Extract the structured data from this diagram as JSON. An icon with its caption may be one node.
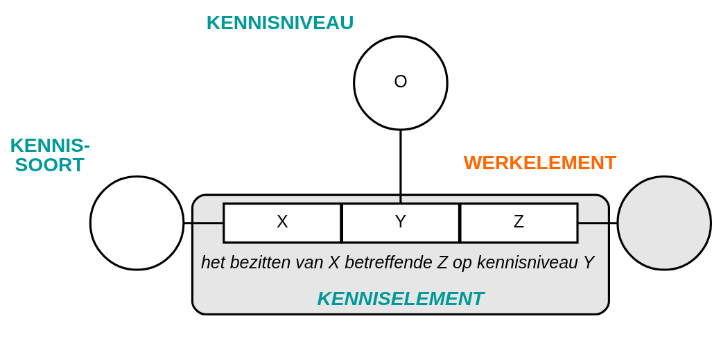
{
  "diagram": {
    "nodes": [
      {
        "text": [
          "KENNISNIVEAU",
          "O"
        ]
      },
      {
        "text": [
          "KENNIS- SOORT"
        ]
      },
      {
        "text": [
          "het bezitten van X betreffende Z op kennisniveau Y",
          "KENNISELEMENT"
        ]
      },
      {
        "text": [
          "X"
        ],
        "in": 2
      },
      {
        "text": [
          "Y"
        ],
        "in": 2
      },
      {
        "text": [
          "Z"
        ],
        "in": 2
      },
      {
        "text": [
          "WERKELEMENT"
        ]
      }
    ],
    "edges": [
      {
        "from": 1,
        "to": 3,
        "arrow": "none"
      },
      {
        "from": 0,
        "to": 4,
        "arrow": "none"
      },
      {
        "from": 5,
        "to": 6,
        "arrow": "none"
      }
    ]
  }
}
